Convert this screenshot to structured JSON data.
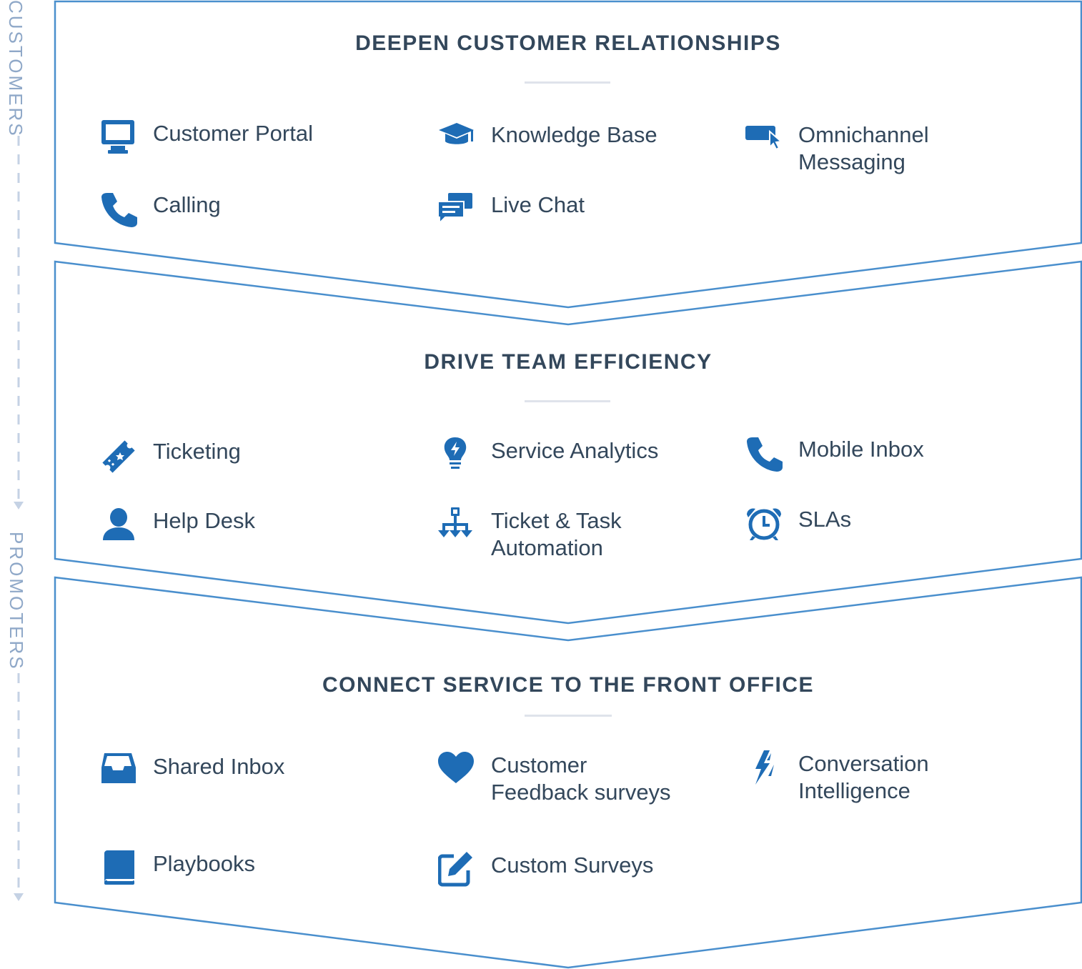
{
  "sidebar": {
    "top_label": "CUSTOMERS",
    "bottom_label": "PROMOTERS"
  },
  "colors": {
    "accent": "#1e6cb5",
    "outline": "#4a8fcd",
    "heading": "#33475b",
    "muted": "#8fa8c8",
    "rule": "#dfe3eb"
  },
  "sections": [
    {
      "title": "DEEPEN CUSTOMER RELATIONSHIPS",
      "items": [
        {
          "label": "Customer Portal",
          "icon": "monitor-icon"
        },
        {
          "label": "Knowledge Base",
          "icon": "graduation-cap-icon"
        },
        {
          "label": "Omnichannel\nMessaging",
          "icon": "cursor-click-icon"
        },
        {
          "label": "Calling",
          "icon": "phone-icon"
        },
        {
          "label": "Live Chat",
          "icon": "chat-bubbles-icon"
        }
      ]
    },
    {
      "title": "DRIVE TEAM EFFICIENCY",
      "items": [
        {
          "label": "Ticketing",
          "icon": "ticket-icon"
        },
        {
          "label": "Service Analytics",
          "icon": "lightbulb-icon"
        },
        {
          "label": "Mobile Inbox",
          "icon": "phone-icon"
        },
        {
          "label": "Help Desk",
          "icon": "person-icon"
        },
        {
          "label": "Ticket & Task\nAutomation",
          "icon": "workflow-icon"
        },
        {
          "label": "SLAs",
          "icon": "alarm-clock-icon"
        }
      ]
    },
    {
      "title": "CONNECT SERVICE TO THE FRONT OFFICE",
      "items": [
        {
          "label": "Shared Inbox",
          "icon": "inbox-tray-icon"
        },
        {
          "label": "Customer\nFeedback surveys",
          "icon": "heart-icon"
        },
        {
          "label": "Conversation\nIntelligence",
          "icon": "lightning-icon"
        },
        {
          "label": "Playbooks",
          "icon": "book-icon"
        },
        {
          "label": "Custom Surveys",
          "icon": "edit-pencil-icon"
        }
      ]
    }
  ]
}
